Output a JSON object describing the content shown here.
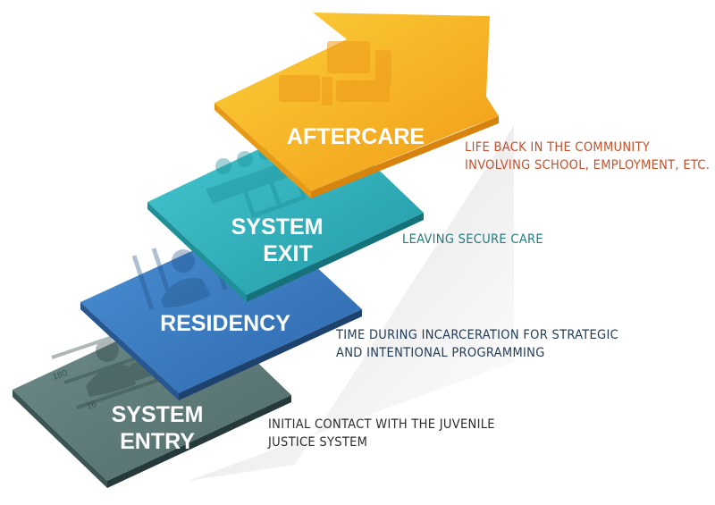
{
  "steps": {
    "system_entry": {
      "label_line1": "SYSTEM",
      "label_line2": "ENTRY",
      "desc_line1": "INITIAL CONTACT WITH THE JUVENILE",
      "desc_line2": "JUSTICE SYSTEM",
      "color": "#5f7d7c",
      "icon": "mugshot-icon",
      "icon_text_top": "180",
      "icon_text_mid": "16"
    },
    "residency": {
      "label": "RESIDENCY",
      "desc_line1": "TIME DURING INCARCERATION FOR STRATEGIC",
      "desc_line2": "AND INTENTIONAL PROGRAMMING",
      "color": "#3d7ec4",
      "icon": "jail-cell-icon"
    },
    "system_exit": {
      "label_line1": "SYSTEM",
      "label_line2": "EXIT",
      "desc": "LEAVING SECURE CARE",
      "color": "#2fb3bd",
      "icon": "courtroom-icon"
    },
    "aftercare": {
      "label": "AFTERCARE",
      "desc_line1": "LIFE BACK IN THE COMMUNITY",
      "desc_line2": "INVOLVING SCHOOL, EMPLOYMENT, ETC.",
      "color": "#f5b21f",
      "icon": "handshake-icon"
    }
  }
}
